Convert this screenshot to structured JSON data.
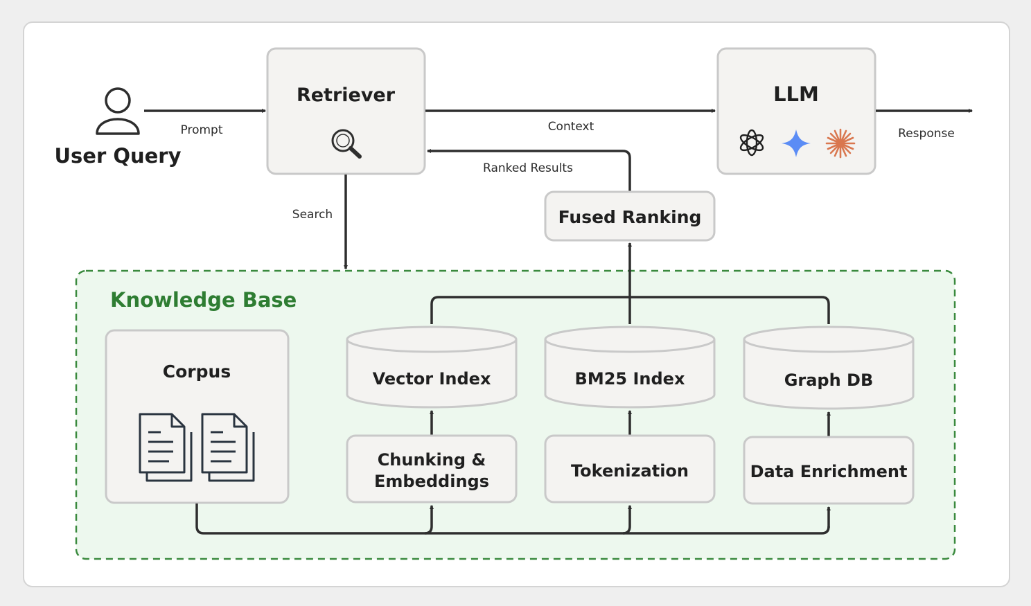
{
  "user": {
    "label": "User Query",
    "icon": "user-icon"
  },
  "edges": {
    "prompt": "Prompt",
    "context": "Context",
    "response": "Response",
    "ranked_results": "Ranked Results",
    "search": "Search"
  },
  "retriever": {
    "title": "Retriever",
    "icon": "magnifier-icon"
  },
  "llm": {
    "title": "LLM",
    "icons": [
      "openai-logo-icon",
      "gemini-star-icon",
      "claude-burst-icon"
    ]
  },
  "fused_ranking": {
    "title": "Fused Ranking"
  },
  "knowledge_base": {
    "title": "Knowledge Base",
    "corpus": {
      "title": "Corpus",
      "icon": "document-icon"
    },
    "stores": [
      {
        "title": "Vector Index"
      },
      {
        "title": "BM25 Index"
      },
      {
        "title": "Graph DB"
      }
    ],
    "processors": [
      {
        "line1": "Chunking &",
        "line2": "Embeddings"
      },
      {
        "line1": "Tokenization"
      },
      {
        "line1": "Data Enrichment"
      }
    ]
  },
  "colors": {
    "kb_green": "#2e7d32",
    "kb_fill": "#edf8ee",
    "gemini_blue": "#5b8cf5",
    "claude_orange": "#d9774f"
  }
}
